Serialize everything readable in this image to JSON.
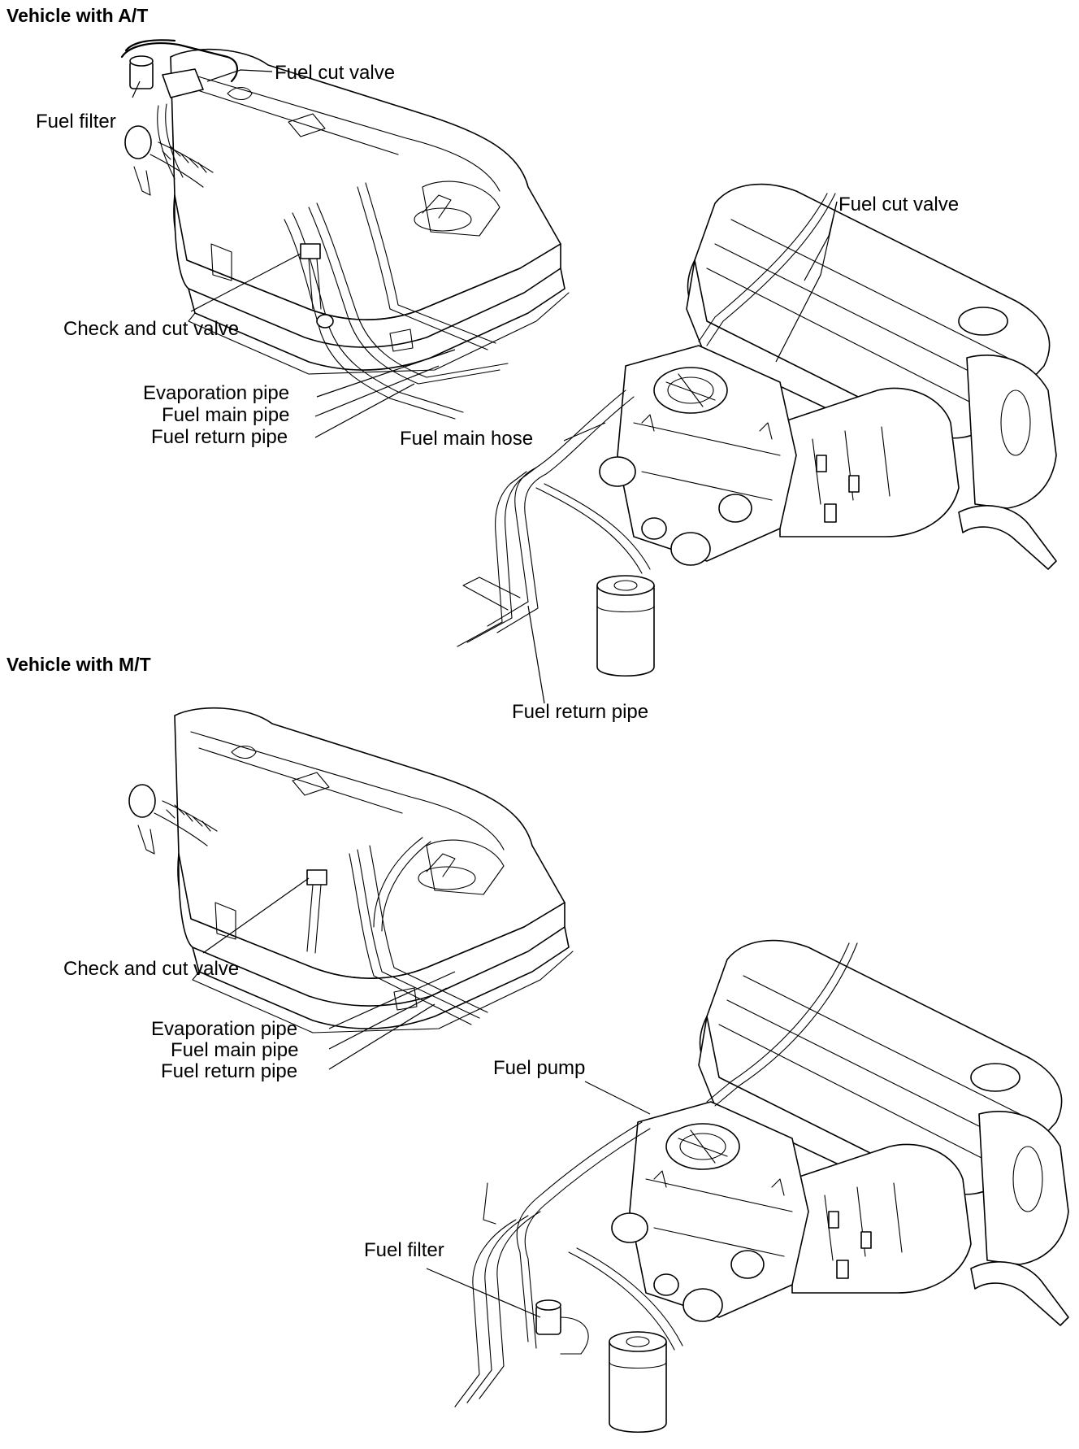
{
  "sections": {
    "at": {
      "heading": "Vehicle with A/T",
      "labels": {
        "fuel_cut_valve_tank": "Fuel cut valve",
        "fuel_filter": "Fuel filter",
        "fuel_cut_valve_engine": "Fuel cut valve",
        "check_and_cut_valve": "Check and cut valve",
        "evaporation_pipe": "Evaporation pipe",
        "fuel_main_pipe": "Fuel main pipe",
        "fuel_return_pipe": "Fuel return pipe",
        "fuel_main_hose": "Fuel main hose",
        "fuel_return_pipe_engine": "Fuel return pipe"
      }
    },
    "mt": {
      "heading": "Vehicle with M/T",
      "labels": {
        "check_and_cut_valve": "Check and cut valve",
        "evaporation_pipe": "Evaporation pipe",
        "fuel_main_pipe": "Fuel main pipe",
        "fuel_return_pipe": "Fuel return pipe",
        "fuel_pump": "Fuel pump",
        "fuel_filter": "Fuel filter"
      }
    }
  }
}
